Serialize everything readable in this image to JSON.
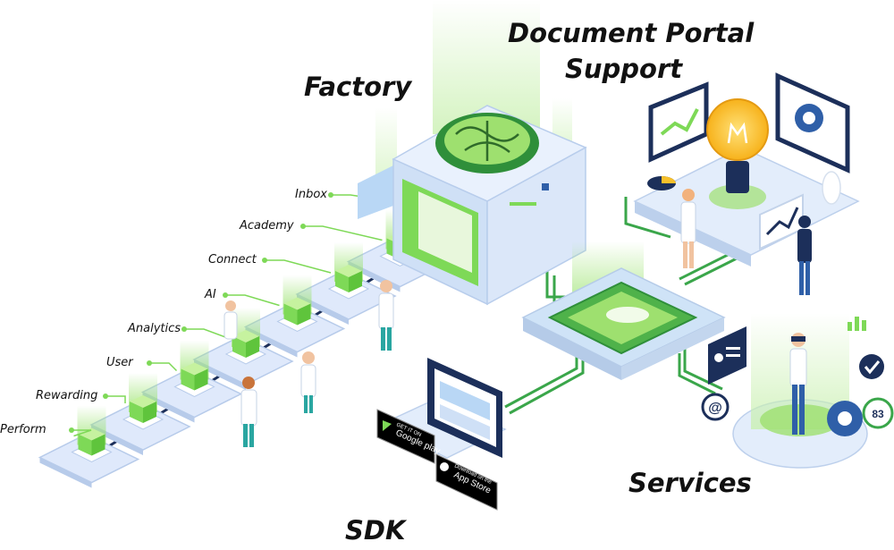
{
  "titles": {
    "factory": "Factory",
    "portal_line1": "Document Portal",
    "portal_line2": "Support",
    "services": "Services",
    "sdk": "SDK"
  },
  "pipeline_steps": [
    "Inbox",
    "Academy",
    "Connect",
    "AI",
    "Analytics",
    "User",
    "Rewarding",
    "Perform"
  ],
  "store_badges": {
    "google_small": "GET IT ON",
    "google_big": "Google play",
    "apple_small": "Download on the",
    "apple_big": "App Store"
  },
  "widgets": {
    "score": "83",
    "email_symbol": "@"
  },
  "colors": {
    "accent_green": "#7ed957",
    "dark_green": "#2f8f3a",
    "navy": "#1c2f5a",
    "platform_blue": "#dfe9fb",
    "bulb_yellow": "#f7c02b"
  }
}
